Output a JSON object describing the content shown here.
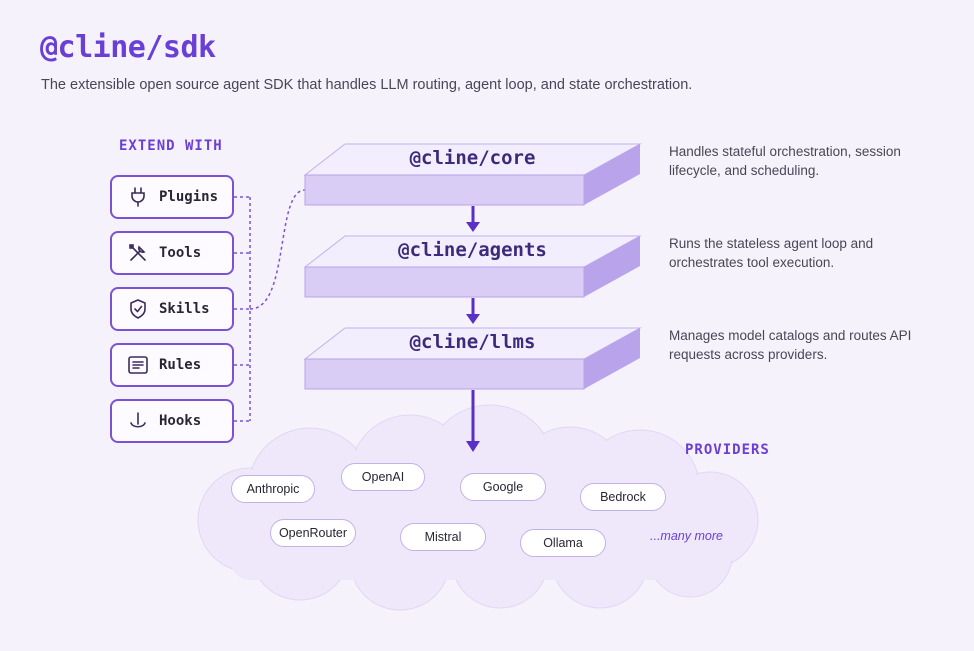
{
  "header": {
    "title": "@cline/sdk",
    "subtitle": "The extensible open source agent SDK that handles LLM routing, agent loop, and state orchestration."
  },
  "extend": {
    "heading": "EXTEND WITH",
    "items": [
      {
        "label": "Plugins",
        "icon": "plug-icon"
      },
      {
        "label": "Tools",
        "icon": "tools-icon"
      },
      {
        "label": "Skills",
        "icon": "shield-check-icon"
      },
      {
        "label": "Rules",
        "icon": "list-icon"
      },
      {
        "label": "Hooks",
        "icon": "hook-icon"
      }
    ]
  },
  "layers": [
    {
      "label": "@cline/core",
      "description": "Handles stateful orchestration, session lifecycle, and scheduling."
    },
    {
      "label": "@cline/agents",
      "description": "Runs the stateless agent loop and orchestrates tool execution."
    },
    {
      "label": "@cline/llms",
      "description": "Manages model catalogs and routes API requests across providers."
    }
  ],
  "providers": {
    "heading": "PROVIDERS",
    "items": [
      "Anthropic",
      "OpenAI",
      "Google",
      "Bedrock",
      "OpenRouter",
      "Mistral",
      "Ollama"
    ],
    "more": "...many more"
  },
  "colors": {
    "accent": "#6a3fd6",
    "layer_top": "#f1ebfc",
    "layer_front": "#d9ccf5",
    "layer_side": "#b9a3ea",
    "cloud": "#efe8fa"
  }
}
